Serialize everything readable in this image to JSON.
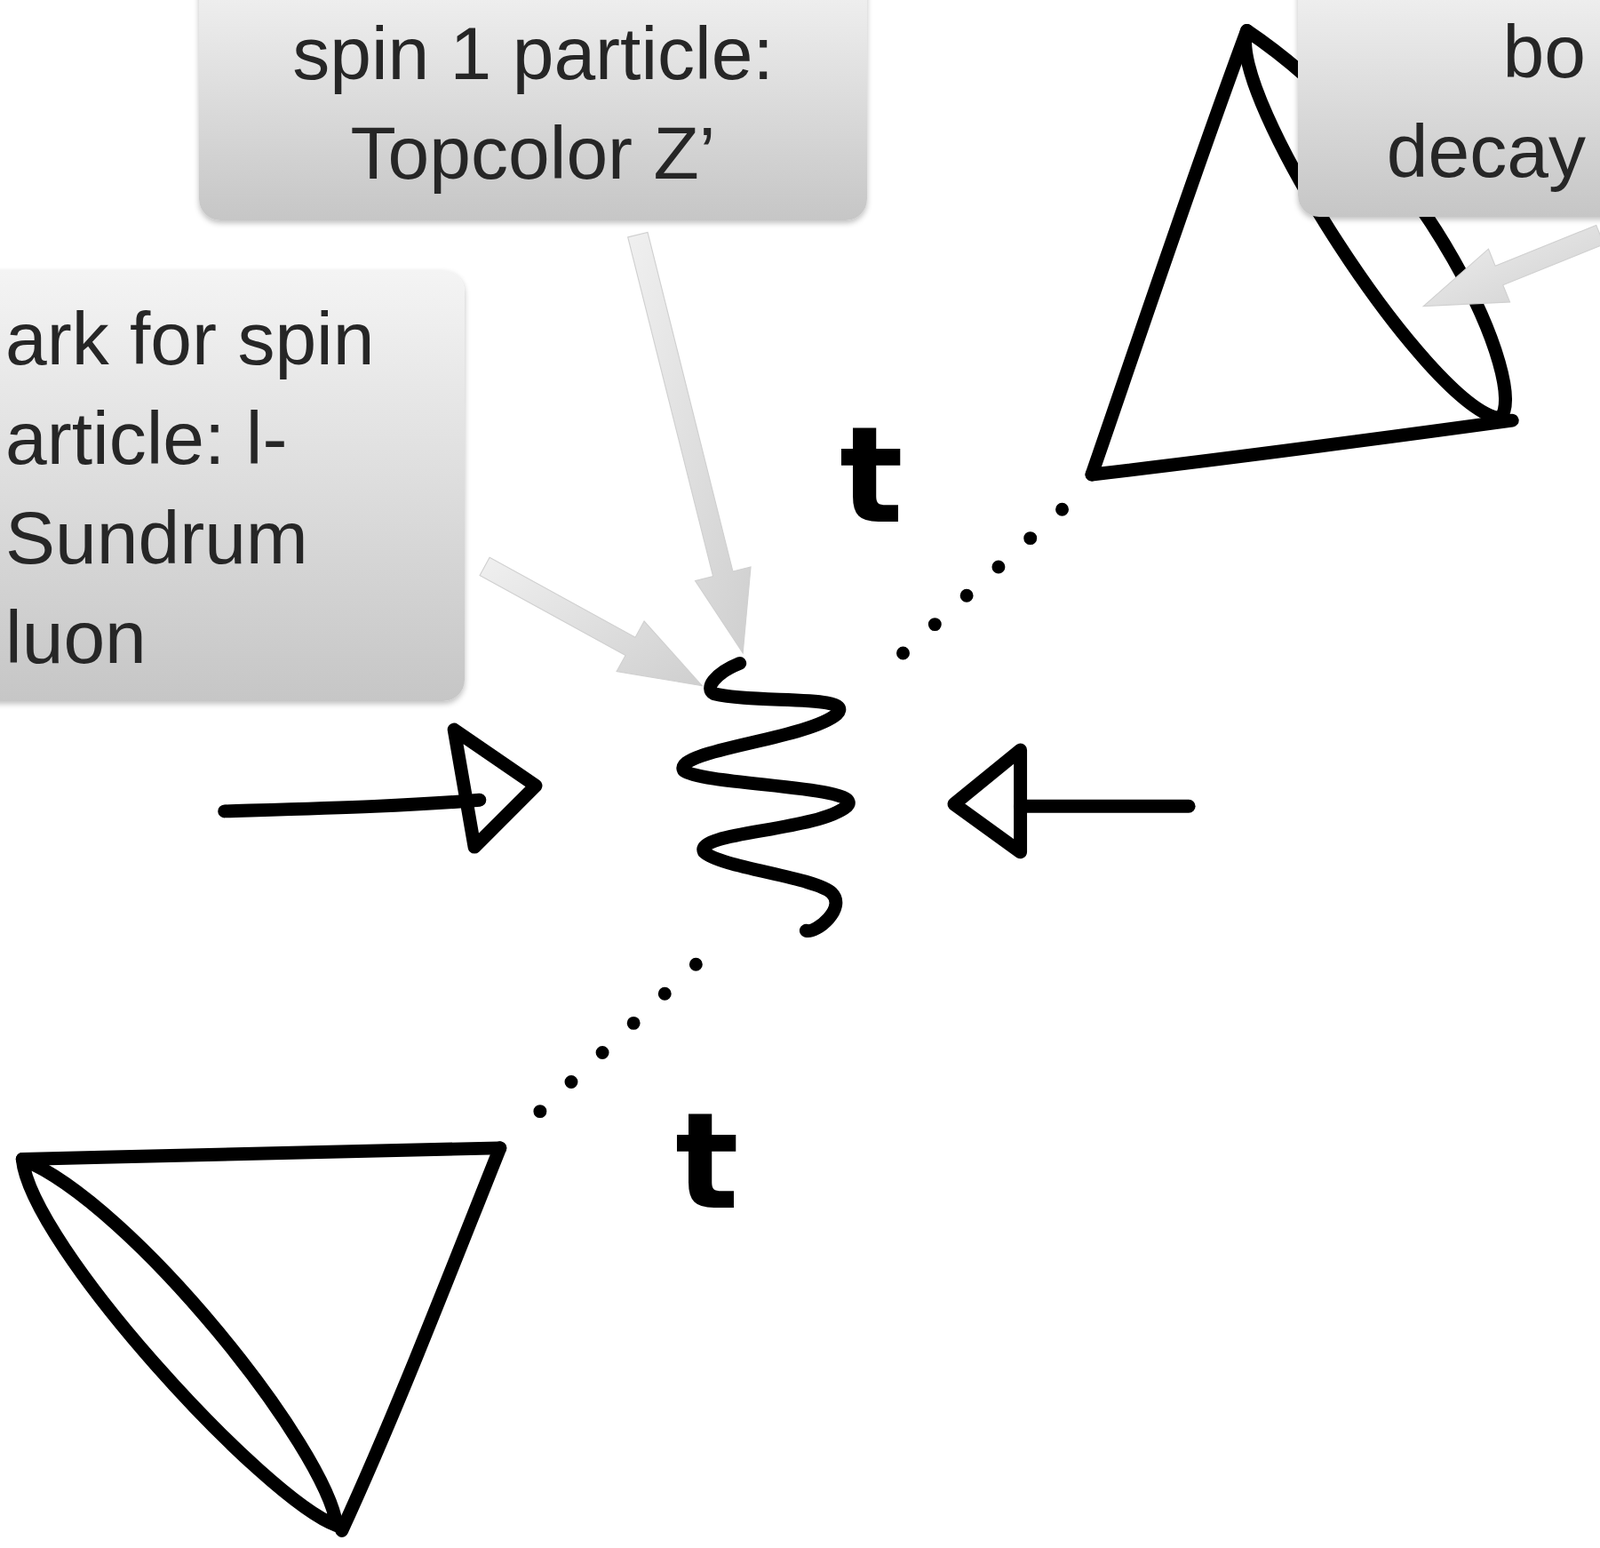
{
  "diagram": {
    "nodes": [
      {
        "text": [
          "spin 1 particle: Topcolor Z’"
        ]
      },
      {
        "text": [
          "bo decay"
        ]
      },
      {
        "text": [
          "ark for spin article: l-Sundrum luon"
        ]
      }
    ],
    "edges": [],
    "labels": [
      "t",
      "t"
    ]
  }
}
